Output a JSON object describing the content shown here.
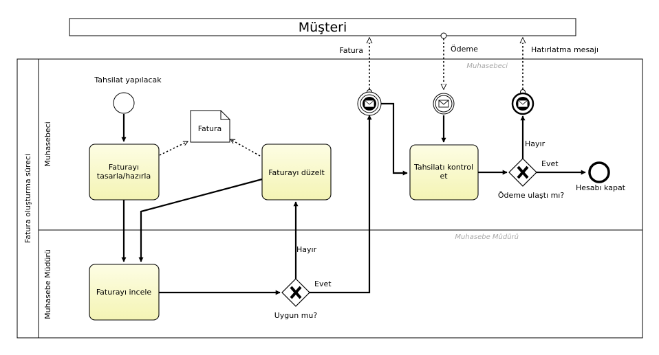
{
  "pool_top": {
    "title": "Müşteri"
  },
  "pool_main": {
    "title": "Fatura oluşturma süreci",
    "lanes": [
      {
        "id": "muhasebeci",
        "label": "Muhasebeci",
        "watermark": "Muhasebeci"
      },
      {
        "id": "mudur",
        "label": "Muhasebe Müdürü",
        "watermark": "Muhasebe Müdürü"
      }
    ]
  },
  "events": {
    "start": {
      "label": "Tahsilat yapılacak"
    },
    "end": {
      "label": "Hesabı kapat"
    }
  },
  "tasks": {
    "prepare": {
      "lines": [
        "Faturayı",
        "tasarla/hazırla"
      ]
    },
    "fix": {
      "lines": [
        "Faturayı düzelt"
      ]
    },
    "review": {
      "lines": [
        "Faturayı incele"
      ]
    },
    "check": {
      "lines": [
        "Tahsilatı kontrol",
        "et"
      ]
    }
  },
  "data_object": {
    "label": "Fatura"
  },
  "gateways": {
    "approve": {
      "question": "Uygun mu?",
      "yes": "Evet",
      "no": "Hayır"
    },
    "payment": {
      "question": "Ödeme ulaştı mı?",
      "yes": "Evet",
      "no": "Hayır"
    }
  },
  "messages": {
    "invoice": "Fatura",
    "payment": "Ödeme",
    "reminder": "Hatırlatma mesajı"
  }
}
